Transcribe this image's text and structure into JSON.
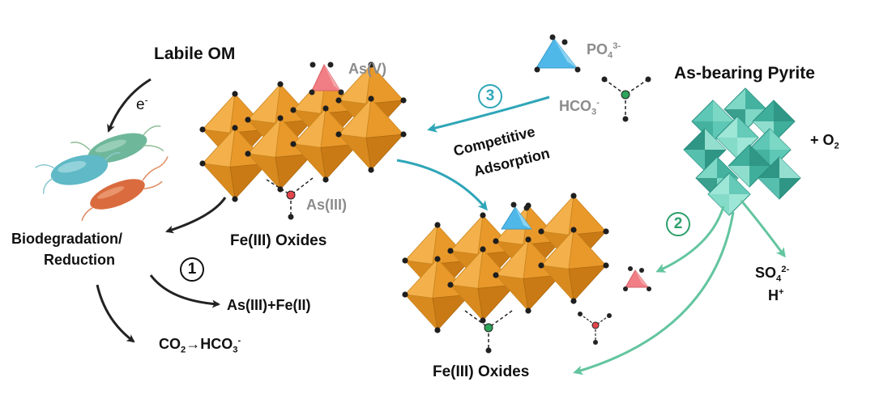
{
  "labels": {
    "labile_om": "Labile OM",
    "electron": "e",
    "electron_sup": "-",
    "biodeg_line1": "Biodegradation/",
    "biodeg_line2": "Reduction",
    "products": "As(III)+Fe(II)",
    "co2_prefix": "CO",
    "co2_sub": "2",
    "co2_arrow": "→HCO",
    "co2_sub2": "3",
    "co2_sup": "-",
    "fe_oxides_left": "Fe(III) Oxides",
    "fe_oxides_right": "Fe(III) Oxides",
    "as5": "As(V)",
    "as3": "As(III)",
    "po4": "PO",
    "po4_sub": "4",
    "po4_sup": "3-",
    "hco3": "HCO",
    "hco3_sub": "3",
    "hco3_sup": "-",
    "competitive": "Competitive",
    "adsorption": "Adsorption",
    "pyrite": "As-bearing Pyrite",
    "o2_prefix": "+ O",
    "o2_sub": "2",
    "so4": "SO",
    "so4_sub": "4",
    "so4_sup": "2-",
    "h_plus": "H",
    "h_plus_sup": "+"
  },
  "steps": {
    "one": "1",
    "two": "2",
    "three": "3"
  },
  "colors": {
    "octahedron": "#f0a030",
    "pyrite": "#5ec7b5",
    "teal_arrow": "#2fa6b8",
    "green_arrow": "#63c59f",
    "as5_red": "#f07e84",
    "po4_blue": "#4fb8e8",
    "hco3_green": "#2ea45a",
    "as3_red": "#e2464c"
  }
}
